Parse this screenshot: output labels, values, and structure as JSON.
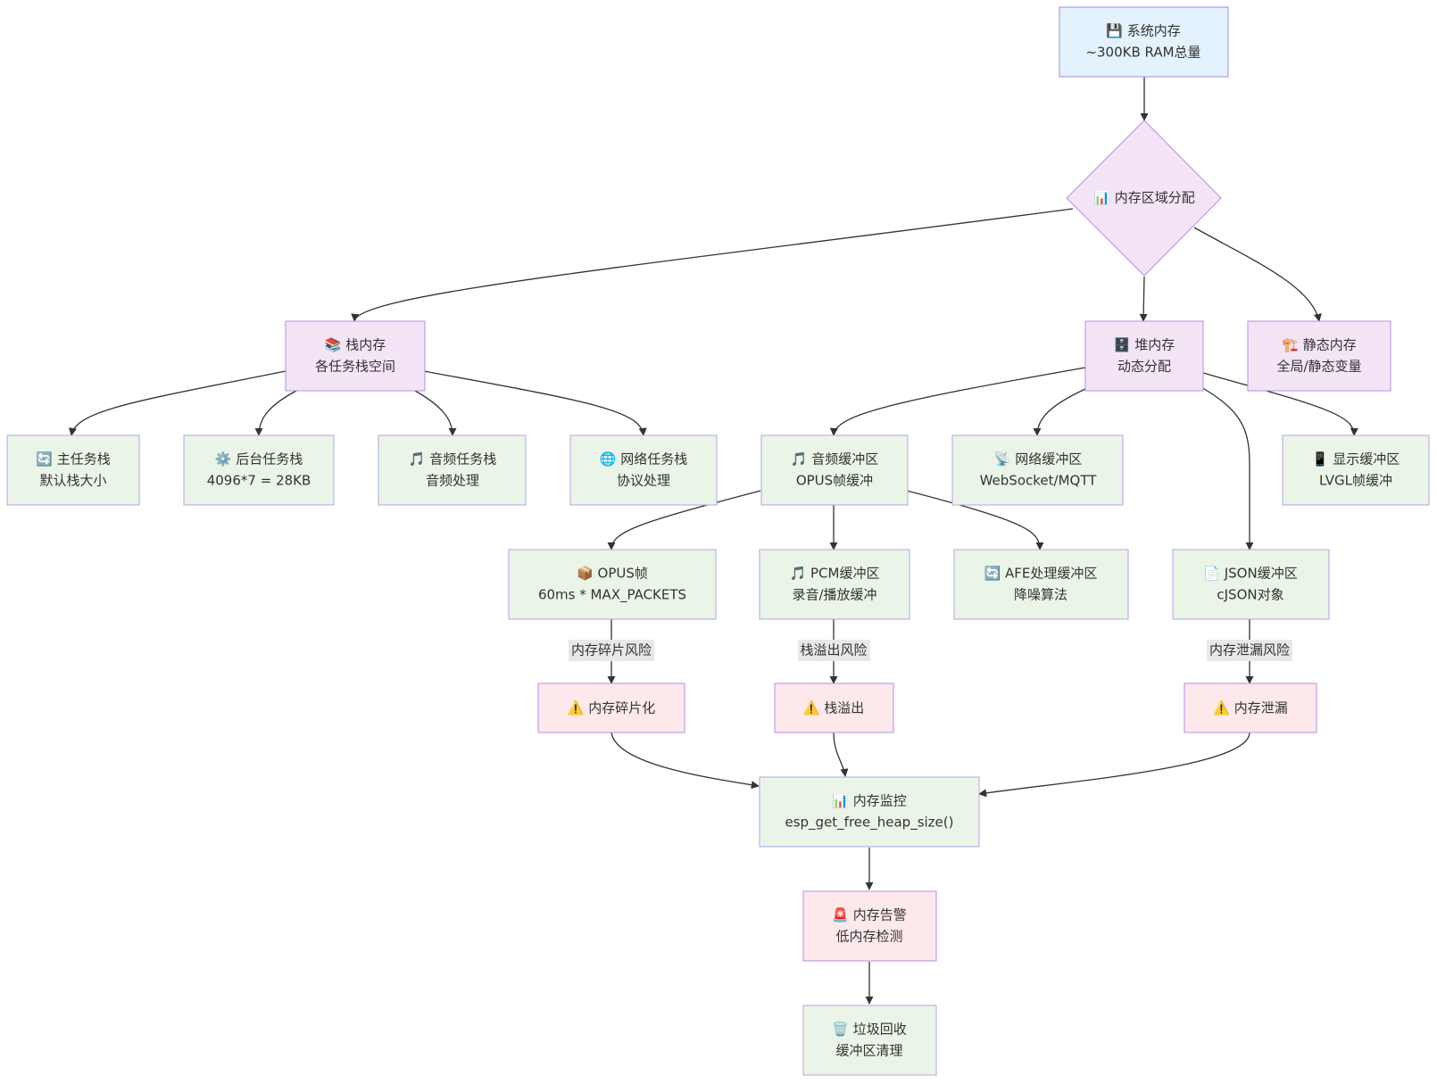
{
  "colors": {
    "blue_fill": "#e3f2fd",
    "blue_stroke": "#9a8fe6",
    "purple_fill": "#f3e5f5",
    "purple_stroke": "#b58ee6",
    "green_fill": "#eaf5e7",
    "green_stroke": "#b3a3e8",
    "pink_fill": "#fde8ec",
    "pink_stroke": "#b58ee6",
    "edge": "#333333"
  },
  "nodes": {
    "system_memory": {
      "icon": "floppy-disk-icon",
      "line1": "💾 系统内存",
      "line2": "~300KB RAM总量"
    },
    "memory_region": {
      "icon": "bar-chart-icon",
      "line1": "📊 内存区域分配"
    },
    "stack_memory": {
      "icon": "books-icon",
      "line1": "📚 栈内存",
      "line2": "各任务栈空间"
    },
    "heap_memory": {
      "icon": "file-cabinet-icon",
      "line1": "🗄️ 堆内存",
      "line2": "动态分配"
    },
    "static_memory": {
      "icon": "construction-icon",
      "line1": "🏗️ 静态内存",
      "line2": "全局/静态变量"
    },
    "main_task_stack": {
      "icon": "refresh-icon",
      "line1": "🔄 主任务栈",
      "line2": "默认栈大小"
    },
    "background_task_stack": {
      "icon": "gear-icon",
      "line1": "⚙️ 后台任务栈",
      "line2": "4096*7 = 28KB"
    },
    "audio_task_stack": {
      "icon": "music-note-icon",
      "line1": "🎵 音频任务栈",
      "line2": "音频处理"
    },
    "network_task_stack": {
      "icon": "globe-icon",
      "line1": "🌐 网络任务栈",
      "line2": "协议处理"
    },
    "audio_buffer": {
      "icon": "music-note-icon",
      "line1": "🎵 音频缓冲区",
      "line2": "OPUS帧缓冲"
    },
    "network_buffer": {
      "icon": "satellite-antenna-icon",
      "line1": "📡 网络缓冲区",
      "line2": "WebSocket/MQTT"
    },
    "display_buffer": {
      "icon": "mobile-phone-icon",
      "line1": "📱 显示缓冲区",
      "line2": "LVGL帧缓冲"
    },
    "opus_frame": {
      "icon": "package-icon",
      "line1": "📦 OPUS帧",
      "line2": "60ms * MAX_PACKETS"
    },
    "pcm_buffer": {
      "icon": "music-note-icon",
      "line1": "🎵 PCM缓冲区",
      "line2": "录音/播放缓冲"
    },
    "afe_buffer": {
      "icon": "refresh-icon",
      "line1": "🔄 AFE处理缓冲区",
      "line2": "降噪算法"
    },
    "json_buffer": {
      "icon": "page-icon",
      "line1": "📄 JSON缓冲区",
      "line2": "cJSON对象"
    },
    "fragmentation": {
      "icon": "warning-icon",
      "line1": "⚠️ 内存碎片化"
    },
    "stack_overflow": {
      "icon": "warning-icon",
      "line1": "⚠️ 栈溢出"
    },
    "memory_leak": {
      "icon": "warning-icon",
      "line1": "⚠️ 内存泄漏"
    },
    "memory_monitor": {
      "icon": "bar-chart-icon",
      "line1": "📊 内存监控",
      "line2": "esp_get_free_heap_size()"
    },
    "memory_alert": {
      "icon": "siren-icon",
      "line1": "🚨 内存告警",
      "line2": "低内存检测"
    },
    "garbage_collection": {
      "icon": "trash-icon",
      "line1": "🗑️ 垃圾回收",
      "line2": "缓冲区清理"
    }
  },
  "edge_labels": {
    "fragmentation_risk": "内存碎片风险",
    "stack_overflow_risk": "栈溢出风险",
    "memory_leak_risk": "内存泄漏风险"
  }
}
